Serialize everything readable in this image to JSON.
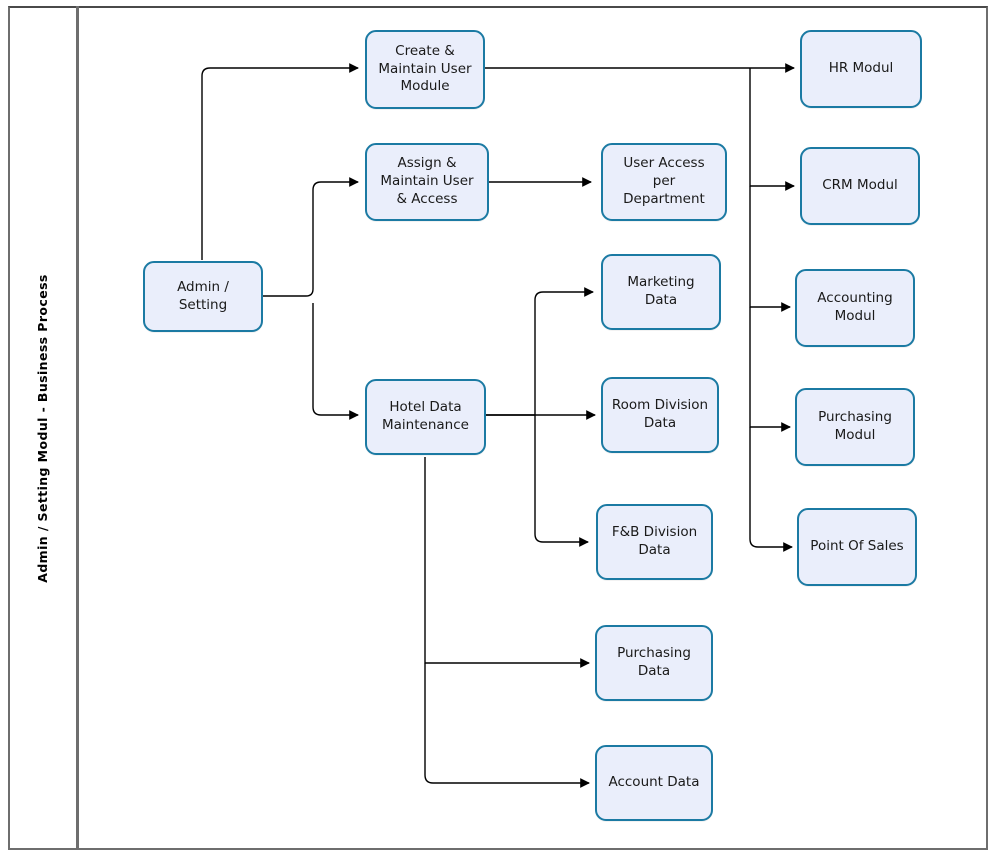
{
  "diagram": {
    "pool_title": "Admin / Setting Modul  -  Business Process",
    "type": "flowchart",
    "colors": {
      "node_fill": "#eaeefb",
      "node_border": "#1b7aa3",
      "frame_border": "#6e6e6e",
      "connector": "#000000",
      "text": "#1a1a1a"
    }
  },
  "nodes": {
    "admin_setting": "Admin /\nSetting",
    "create_maintain_user_module": "Create &\nMaintain User\nModule",
    "assign_maintain_user_access": "Assign &\nMaintain User\n& Access",
    "user_access_per_department": "User Access\nper\nDepartment",
    "hotel_data_maintenance": "Hotel Data\nMaintenance",
    "marketing_data": "Marketing\nData",
    "room_division_data": "Room Division\nData",
    "fb_division_data": "F&B Division\nData",
    "purchasing_data": "Purchasing\nData",
    "account_data": "Account Data",
    "hr_modul": "HR Modul",
    "crm_modul": "CRM Modul",
    "accounting_modul": "Accounting\nModul",
    "purchasing_modul": "Purchasing\nModul",
    "point_of_sales": "Point Of Sales"
  },
  "connections": [
    {
      "from": "admin_setting",
      "to": "create_maintain_user_module"
    },
    {
      "from": "admin_setting",
      "to": "assign_maintain_user_access"
    },
    {
      "from": "admin_setting",
      "to": "hotel_data_maintenance"
    },
    {
      "from": "assign_maintain_user_access",
      "to": "user_access_per_department"
    },
    {
      "from": "hotel_data_maintenance",
      "to": "marketing_data"
    },
    {
      "from": "hotel_data_maintenance",
      "to": "room_division_data"
    },
    {
      "from": "hotel_data_maintenance",
      "to": "fb_division_data"
    },
    {
      "from": "hotel_data_maintenance",
      "to": "purchasing_data"
    },
    {
      "from": "hotel_data_maintenance",
      "to": "account_data"
    },
    {
      "from": "create_maintain_user_module",
      "to": "hr_modul"
    },
    {
      "from": "create_maintain_user_module",
      "to": "crm_modul"
    },
    {
      "from": "create_maintain_user_module",
      "to": "accounting_modul"
    },
    {
      "from": "create_maintain_user_module",
      "to": "purchasing_modul"
    },
    {
      "from": "create_maintain_user_module",
      "to": "point_of_sales"
    }
  ]
}
